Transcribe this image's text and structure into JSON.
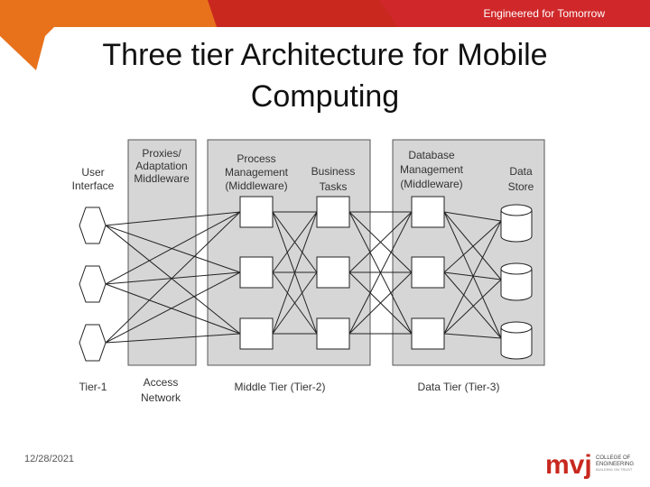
{
  "header": {
    "tagline": "Engineered for Tomorrow",
    "title_line1": "Three tier Architecture for Mobile",
    "title_line2": "Computing",
    "colors": {
      "orange": "#e8721c",
      "red": "#c8281e"
    }
  },
  "diagram": {
    "user_interface_label": [
      "User",
      "Interface"
    ],
    "proxies_label": [
      "Proxies/",
      "Adaptation",
      "Middleware"
    ],
    "process_label": [
      "Process",
      "Management",
      "(Middleware)"
    ],
    "business_label": [
      "Business",
      "Tasks"
    ],
    "database_label": [
      "Database",
      "Management",
      "(Middleware)"
    ],
    "datastore_label": [
      "Data",
      "Store"
    ],
    "tier1_label": "Tier-1",
    "access_label": [
      "Access",
      "Network"
    ],
    "middle_label": "Middle Tier (Tier-2)",
    "data_label": "Data Tier (Tier-3)"
  },
  "footer": {
    "date": "12/28/2021",
    "logo_text": "mvj",
    "logo_line1": "COLLEGE OF",
    "logo_line2": "ENGINEERING",
    "logo_line3": "BUILDING ON TRUST"
  }
}
